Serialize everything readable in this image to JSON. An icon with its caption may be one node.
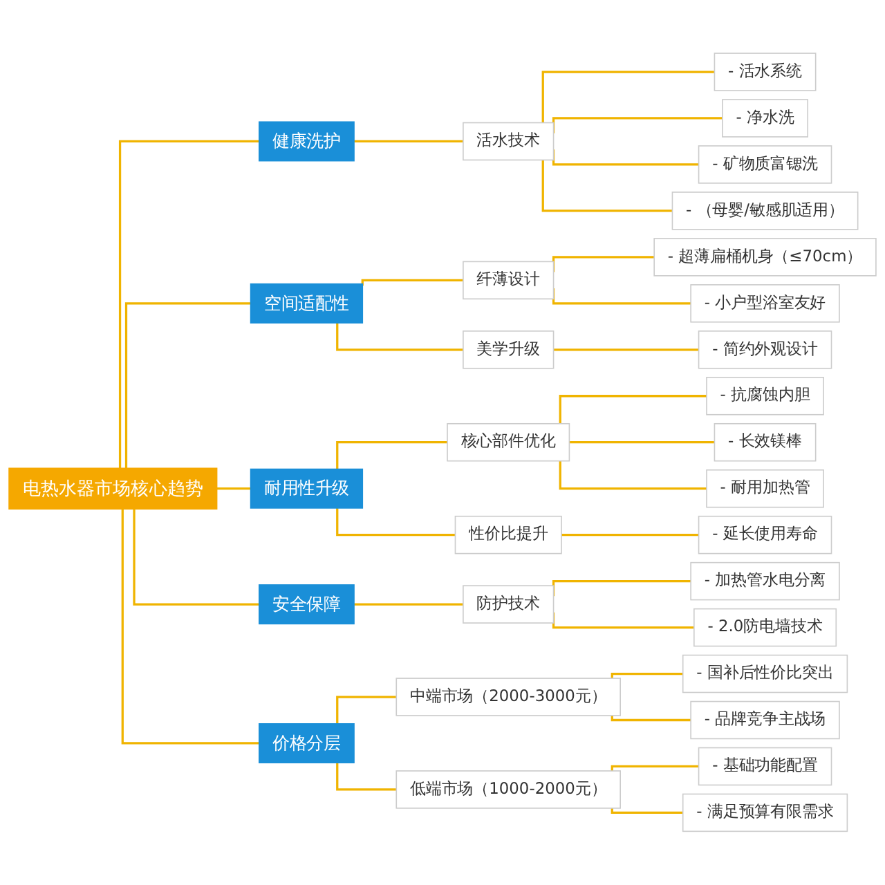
{
  "diagram": {
    "nodes": [
      {
        "text": [
          "电热水器市场核心趋势"
        ]
      },
      {
        "text": [
          "健康洗护"
        ]
      },
      {
        "text": [
          "活水技术"
        ]
      },
      {
        "text": [
          "- 活水系统"
        ]
      },
      {
        "text": [
          "- 净水洗"
        ]
      },
      {
        "text": [
          "- 矿物质富锶洗"
        ]
      },
      {
        "text": [
          "- （母婴/敏感肌适用）"
        ]
      },
      {
        "text": [
          "空间适配性"
        ]
      },
      {
        "text": [
          "纤薄设计"
        ]
      },
      {
        "text": [
          "- 超薄扁桶机身（≤70cm）"
        ]
      },
      {
        "text": [
          "- 小户型浴室友好"
        ]
      },
      {
        "text": [
          "美学升级"
        ]
      },
      {
        "text": [
          "- 简约外观设计"
        ]
      },
      {
        "text": [
          "耐用性升级"
        ]
      },
      {
        "text": [
          "核心部件优化"
        ]
      },
      {
        "text": [
          "- 抗腐蚀内胆"
        ]
      },
      {
        "text": [
          "- 长效镁棒"
        ]
      },
      {
        "text": [
          "- 耐用加热管"
        ]
      },
      {
        "text": [
          "性价比提升"
        ]
      },
      {
        "text": [
          "- 延长使用寿命"
        ]
      },
      {
        "text": [
          "安全保障"
        ]
      },
      {
        "text": [
          "防护技术"
        ]
      },
      {
        "text": [
          "- 加热管水电分离"
        ]
      },
      {
        "text": [
          "- 2.0防电墙技术"
        ]
      },
      {
        "text": [
          "价格分层"
        ]
      },
      {
        "text": [
          "中端市场（2000-3000元）"
        ]
      },
      {
        "text": [
          "- 国补后性价比突出"
        ]
      },
      {
        "text": [
          "- 品牌竞争主战场"
        ]
      },
      {
        "text": [
          "低端市场（1000-2000元）"
        ]
      },
      {
        "text": [
          "- 基础功能配置"
        ]
      },
      {
        "text": [
          "- 满足预算有限需求"
        ]
      }
    ],
    "edges": [
      {
        "from": 0,
        "to": 1,
        "arrow": "none"
      },
      {
        "from": 1,
        "to": 2,
        "arrow": "none"
      },
      {
        "from": 2,
        "to": 3,
        "arrow": "none"
      },
      {
        "from": 2,
        "to": 4,
        "arrow": "none"
      },
      {
        "from": 2,
        "to": 5,
        "arrow": "none"
      },
      {
        "from": 2,
        "to": 6,
        "arrow": "none"
      },
      {
        "from": 0,
        "to": 7,
        "arrow": "none"
      },
      {
        "from": 7,
        "to": 8,
        "arrow": "none"
      },
      {
        "from": 8,
        "to": 9,
        "arrow": "none"
      },
      {
        "from": 8,
        "to": 10,
        "arrow": "none"
      },
      {
        "from": 7,
        "to": 11,
        "arrow": "none"
      },
      {
        "from": 11,
        "to": 12,
        "arrow": "none"
      },
      {
        "from": 0,
        "to": 13,
        "arrow": "none"
      },
      {
        "from": 13,
        "to": 14,
        "arrow": "none"
      },
      {
        "from": 14,
        "to": 15,
        "arrow": "none"
      },
      {
        "from": 14,
        "to": 16,
        "arrow": "none"
      },
      {
        "from": 14,
        "to": 17,
        "arrow": "none"
      },
      {
        "from": 13,
        "to": 18,
        "arrow": "none"
      },
      {
        "from": 18,
        "to": 19,
        "arrow": "none"
      },
      {
        "from": 0,
        "to": 20,
        "arrow": "none"
      },
      {
        "from": 20,
        "to": 21,
        "arrow": "none"
      },
      {
        "from": 21,
        "to": 22,
        "arrow": "none"
      },
      {
        "from": 21,
        "to": 23,
        "arrow": "none"
      },
      {
        "from": 0,
        "to": 24,
        "arrow": "none"
      },
      {
        "from": 24,
        "to": 25,
        "arrow": "none"
      },
      {
        "from": 25,
        "to": 26,
        "arrow": "none"
      },
      {
        "from": 25,
        "to": 27,
        "arrow": "none"
      },
      {
        "from": 24,
        "to": 28,
        "arrow": "none"
      },
      {
        "from": 28,
        "to": 29,
        "arrow": "none"
      },
      {
        "from": 28,
        "to": 30,
        "arrow": "none"
      }
    ]
  }
}
